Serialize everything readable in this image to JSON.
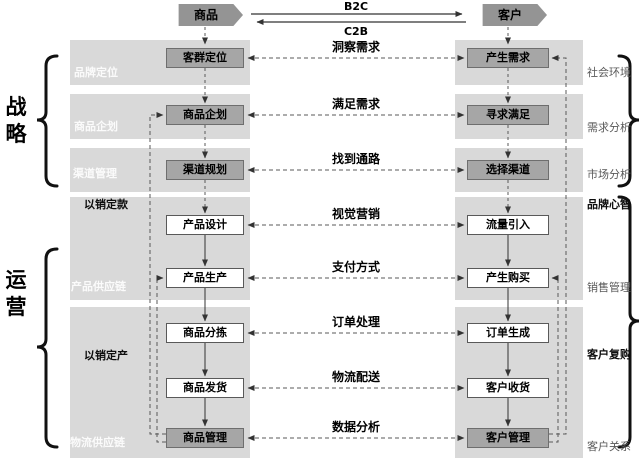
{
  "top": {
    "product": "商品",
    "customer": "客户",
    "b2c": "B2C",
    "c2b": "C2B"
  },
  "axis": {
    "strategy": "战略",
    "operations": "运营"
  },
  "left_boxes": [
    "客群定位",
    "商品企划",
    "渠道规划",
    "产品设计",
    "产品生产",
    "商品分拣",
    "商品发货",
    "商品管理"
  ],
  "middle_labels": [
    "洞察需求",
    "满足需求",
    "找到通路",
    "视觉营销",
    "支付方式",
    "订单处理",
    "物流配送",
    "数据分析"
  ],
  "right_boxes": [
    "产生需求",
    "寻求满足",
    "选择渠道",
    "流量引入",
    "产生购买",
    "订单生成",
    "客户收货",
    "客户管理"
  ],
  "left_band_labels": [
    "品牌定位",
    "商品企划",
    "渠道管理",
    "以销定款",
    "产品供应链",
    "以销定产",
    "物流供应链"
  ],
  "right_band_labels": [
    "社会环境",
    "需求分析",
    "市场分析",
    "品牌心智",
    "销售管理",
    "客户复购",
    "客户关系"
  ],
  "colors": {
    "band": "#d9d9d9",
    "dark_box": "#a6a6a6",
    "light_box": "#ffffff",
    "hexagon": "#949494",
    "line": "#595959"
  }
}
